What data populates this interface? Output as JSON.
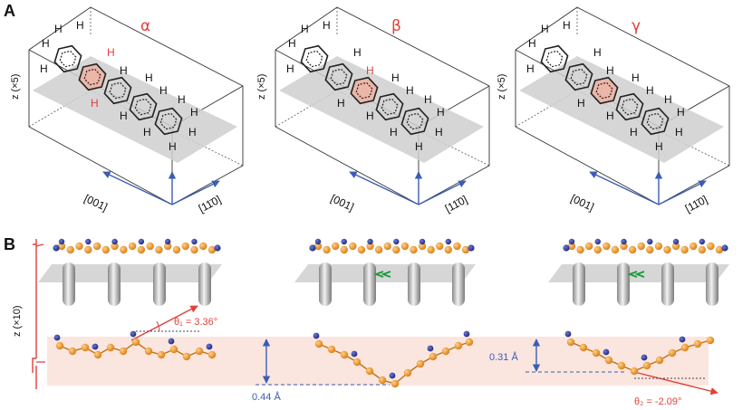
{
  "panel_a": {
    "label": "A",
    "z_label": "z (×5)",
    "axis_001": "[001]",
    "axis_110": "[11̄0]",
    "h": "H",
    "structures": [
      {
        "name": "α"
      },
      {
        "name": "β"
      },
      {
        "name": "γ"
      }
    ]
  },
  "panel_b": {
    "label": "B",
    "z_label": "z (×10)",
    "theta1": "θ₁ = 3.36°",
    "theta2": "θ₂ = -2.09°",
    "d1": "0.44 Å",
    "d2": "0.31 Å"
  },
  "colors": {
    "red": "#e0403a",
    "blue": "#3b5db5",
    "orange": "#f0921e",
    "navy": "#25308a",
    "highlight": "#fbe6df"
  }
}
